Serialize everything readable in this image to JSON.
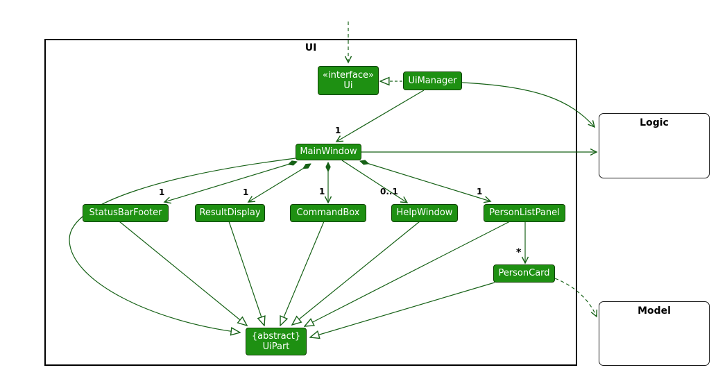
{
  "diagram": {
    "type": "uml-class-diagram",
    "packages": {
      "ui": {
        "label": "UI"
      },
      "logic": {
        "label": "Logic"
      },
      "model": {
        "label": "Model"
      }
    },
    "classes": {
      "ui_interface": {
        "stereotype": "«interface»",
        "name": "Ui"
      },
      "ui_manager": {
        "name": "UiManager"
      },
      "main_window": {
        "name": "MainWindow"
      },
      "status_bar_footer": {
        "name": "StatusBarFooter"
      },
      "result_display": {
        "name": "ResultDisplay"
      },
      "command_box": {
        "name": "CommandBox"
      },
      "help_window": {
        "name": "HelpWindow"
      },
      "person_list_panel": {
        "name": "PersonListPanel"
      },
      "person_card": {
        "name": "PersonCard"
      },
      "ui_part": {
        "modifier": "{abstract}",
        "name": "UiPart"
      }
    },
    "relationships": [
      {
        "from": "outside",
        "to": "Ui",
        "type": "dashed-dependency"
      },
      {
        "from": "UiManager",
        "to": "Ui",
        "type": "realization"
      },
      {
        "from": "UiManager",
        "to": "MainWindow",
        "type": "association",
        "multiplicity": "1"
      },
      {
        "from": "MainWindow",
        "to": "StatusBarFooter",
        "type": "composition",
        "multiplicity": "1"
      },
      {
        "from": "MainWindow",
        "to": "ResultDisplay",
        "type": "composition",
        "multiplicity": "1"
      },
      {
        "from": "MainWindow",
        "to": "CommandBox",
        "type": "composition",
        "multiplicity": "1"
      },
      {
        "from": "MainWindow",
        "to": "HelpWindow",
        "type": "association",
        "multiplicity": "0..1"
      },
      {
        "from": "MainWindow",
        "to": "PersonListPanel",
        "type": "composition",
        "multiplicity": "1"
      },
      {
        "from": "PersonListPanel",
        "to": "PersonCard",
        "type": "association",
        "multiplicity": "*"
      },
      {
        "from": "MainWindow",
        "to": "UiPart",
        "type": "inheritance"
      },
      {
        "from": "StatusBarFooter",
        "to": "UiPart",
        "type": "inheritance"
      },
      {
        "from": "ResultDisplay",
        "to": "UiPart",
        "type": "inheritance"
      },
      {
        "from": "CommandBox",
        "to": "UiPart",
        "type": "inheritance"
      },
      {
        "from": "HelpWindow",
        "to": "UiPart",
        "type": "inheritance"
      },
      {
        "from": "PersonListPanel",
        "to": "UiPart",
        "type": "inheritance"
      },
      {
        "from": "PersonCard",
        "to": "UiPart",
        "type": "inheritance"
      },
      {
        "from": "MainWindow",
        "to": "Logic",
        "type": "association"
      },
      {
        "from": "UiManager",
        "to": "Logic",
        "type": "association"
      },
      {
        "from": "PersonCard",
        "to": "Model",
        "type": "dashed-dependency"
      }
    ],
    "colors": {
      "class_fill": "#1E9012",
      "class_border": "#0E4100",
      "edge": "#166116",
      "package_border": "#000000",
      "class_text": "#FFFFFF",
      "label_text": "#000000"
    }
  }
}
